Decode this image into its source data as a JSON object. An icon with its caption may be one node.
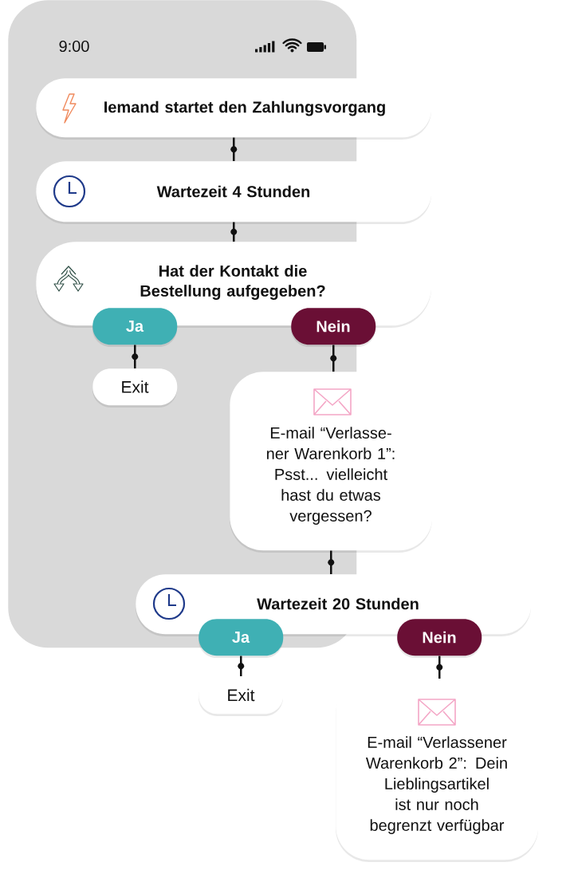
{
  "diagram": {
    "nodes": [
      {
        "text": [
          "9:00"
        ]
      },
      {
        "text": [
          "Iemand startet den Zahlungsvorgang"
        ]
      },
      {
        "text": [
          "Wartezeit 4 Stunden"
        ]
      },
      {
        "text": [
          "Hat der Kontakt die Bestellung aufgegeben?"
        ]
      },
      {
        "text": [
          "Ja"
        ],
        "in": 0
      },
      {
        "text": [
          "Nein"
        ]
      },
      {
        "text": [
          "Exit"
        ],
        "in": 0
      },
      {
        "text": [
          "E-mail “Verlasse- ner Warenkorb 1”: Psst... vielleicht hast du etwas vergessen?"
        ]
      },
      {
        "text": [
          "Wartezeit 20 Stunden"
        ]
      },
      {
        "text": [
          "Ja"
        ]
      },
      {
        "text": [
          "Nein"
        ]
      },
      {
        "text": [
          "Exit"
        ]
      },
      {
        "text": [
          "E-mail “Verlassener Warenkorb 2”: Dein Lieblingsartikel ist nur noch begrenzt verfügbar"
        ]
      }
    ],
    "edges": [
      {
        "from": 1,
        "to": 2,
        "arrow": "none"
      },
      {
        "from": 2,
        "to": 3,
        "arrow": "none"
      },
      {
        "from": 4,
        "to": 6,
        "arrow": "none"
      },
      {
        "from": 5,
        "to": 7,
        "arrow": "none"
      },
      {
        "from": 7,
        "to": 8,
        "arrow": "none"
      },
      {
        "from": 9,
        "to": 11,
        "arrow": "none"
      },
      {
        "from": 10,
        "to": 12,
        "arrow": "none"
      }
    ]
  }
}
